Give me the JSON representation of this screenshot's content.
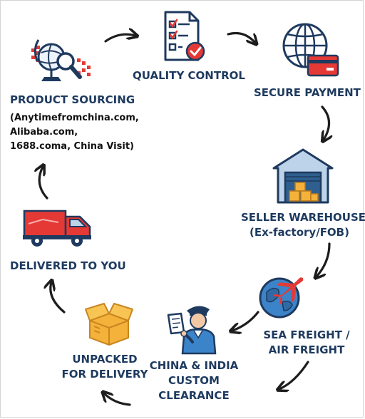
{
  "steps": {
    "product_sourcing": {
      "title": "PRODUCT SOURCING",
      "details": [
        "(Anytimefromchina.com,",
        "Alibaba.com,",
        "1688.coma, China Visit)"
      ]
    },
    "quality_control": {
      "title": "QUALITY CONTROL"
    },
    "secure_payment": {
      "title": "SECURE PAYMENT"
    },
    "seller_warehouse": {
      "title": "SELLER WAREHOUSE",
      "detail": "(Ex-factory/FOB)"
    },
    "freight": {
      "line1": "SEA FREIGHT /",
      "line2": "AIR FREIGHT"
    },
    "customs": {
      "line1": "CHINA & INDIA",
      "line2": "CUSTOM",
      "line3": "CLEARANCE"
    },
    "unpacked": {
      "line1": "UNPACKED",
      "line2": "FOR DELIVERY"
    },
    "delivered": {
      "title": "DELIVERED TO YOU"
    }
  },
  "colors": {
    "label_navy": "#1e3a5f",
    "accent_red": "#e53935",
    "outline_blue": "#1f3a5f",
    "light_blue": "#bcd3ea",
    "box_orange": "#f4b23a",
    "arrow": "#1d1d1d"
  },
  "icons": {
    "product_sourcing": "globe-magnifier-icon",
    "quality_control": "checklist-icon",
    "secure_payment": "globe-credit-card-icon",
    "seller_warehouse": "warehouse-icon",
    "freight": "globe-airplane-icon",
    "customs": "customs-officer-icon",
    "unpacked": "open-box-icon",
    "delivered": "delivery-truck-icon"
  }
}
